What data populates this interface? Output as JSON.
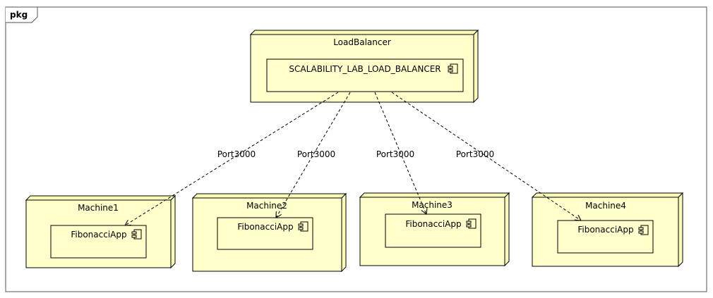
{
  "frame": {
    "tab_label": "pkg"
  },
  "colors": {
    "node_fill": "#ffffcc",
    "node_side": "#fbfbb8",
    "stroke": "#000000",
    "background": "#ffffff"
  },
  "load_balancer": {
    "name": "LoadBalancer",
    "component": "SCALABILITY_LAB_LOAD_BALANCER",
    "component_icon": "component-icon"
  },
  "machines": [
    {
      "name": "Machine1",
      "component": "FibonacciApp",
      "connector_label": "Port3000",
      "component_icon": "component-icon"
    },
    {
      "name": "Machine2",
      "component": "FibonacciApp",
      "connector_label": "Port3000",
      "component_icon": "component-icon"
    },
    {
      "name": "Machine3",
      "component": "FibonacciApp",
      "connector_label": "Port3000",
      "component_icon": "component-icon"
    },
    {
      "name": "Machine4",
      "component": "FibonacciApp",
      "connector_label": "Port3000",
      "component_icon": "component-icon"
    }
  ]
}
